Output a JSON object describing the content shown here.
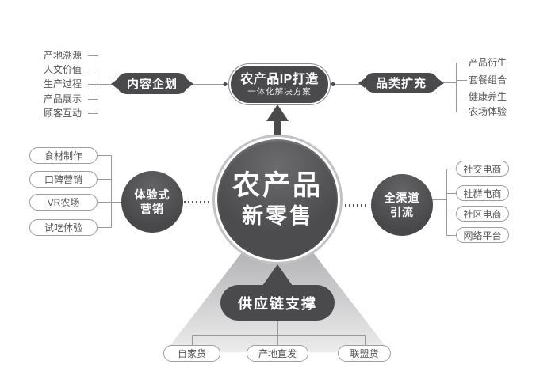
{
  "diagram": {
    "center": {
      "line1": "农产品",
      "line2": "新零售"
    },
    "top": {
      "title": "农产品IP打造",
      "subtitle": "一体化解决方案"
    },
    "top_left": {
      "hub": "内容企划",
      "items": [
        "产地溯源",
        "人文价值",
        "生产过程",
        "产品展示",
        "顾客互动"
      ]
    },
    "top_right": {
      "hub": "品类扩充",
      "items": [
        "产品衍生",
        "套餐组合",
        "健康养生",
        "农场体验"
      ]
    },
    "mid_left": {
      "hub_line1": "体验式",
      "hub_line2": "营销",
      "items": [
        "食材制作",
        "口碑营销",
        "VR农场",
        "试吃体验"
      ]
    },
    "mid_right": {
      "hub_line1": "全渠道",
      "hub_line2": "引流",
      "items": [
        "社交电商",
        "社群电商",
        "社区电商",
        "网络平台"
      ]
    },
    "bottom": {
      "hub": "供应链支撑",
      "items": [
        "自家货",
        "产地直发",
        "联盟货"
      ]
    },
    "colors": {
      "dark": "#4a4a4c",
      "ring": "#c2c2c2",
      "connector": "#999999",
      "box_border": "#9e9e9e",
      "text": "#555555",
      "beam_top": "#a2a2a4",
      "beam_bottom": "#e9e9ea"
    }
  }
}
